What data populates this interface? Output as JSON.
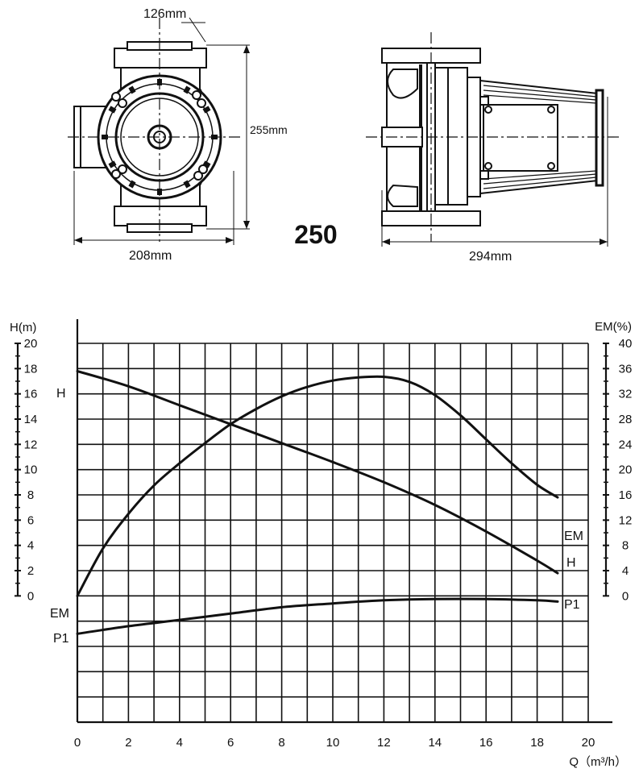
{
  "model_number": "250",
  "accent_color": "#e8672a",
  "dimensions": {
    "top_width": "126mm",
    "height": "255mm",
    "front_width": "208mm",
    "side_length": "294mm"
  },
  "chart_data": {
    "type": "line",
    "title": "",
    "xlabel": "Q（m³/h）",
    "ylabel_left": "H(m)",
    "ylabel_right": "EM(%)",
    "xlim": [
      0,
      20
    ],
    "ylim_left": [
      -10,
      20
    ],
    "ylim_right": [
      0,
      40
    ],
    "grid": true,
    "x_ticks": [
      "0",
      "2",
      "4",
      "6",
      "8",
      "10",
      "12",
      "14",
      "16",
      "18",
      "20"
    ],
    "y_ticks_left": [
      "20",
      "18",
      "16",
      "14",
      "12",
      "10",
      "8",
      "6",
      "4",
      "2",
      "0"
    ],
    "y_ticks_right": [
      "40",
      "36",
      "32",
      "28",
      "24",
      "20",
      "16",
      "12",
      "8",
      "4",
      "0"
    ],
    "series": [
      {
        "name": "H",
        "axis": "left",
        "x": [
          0,
          2,
          4,
          6,
          8,
          10,
          12,
          14,
          16,
          18,
          18.8
        ],
        "y": [
          17.8,
          16.6,
          15.1,
          13.6,
          12.1,
          10.6,
          9.0,
          7.2,
          5.1,
          2.8,
          1.8
        ]
      },
      {
        "name": "EM",
        "axis": "right",
        "x": [
          0,
          1,
          2,
          3,
          4,
          5,
          6,
          7,
          8,
          9,
          10,
          11,
          12,
          13,
          14,
          15,
          16,
          17,
          18,
          18.8
        ],
        "y": [
          0,
          7.5,
          13.0,
          17.5,
          21.0,
          24.2,
          27.2,
          29.6,
          31.6,
          33.1,
          34.1,
          34.6,
          34.7,
          33.9,
          31.8,
          28.6,
          24.8,
          21.0,
          17.6,
          15.6
        ]
      },
      {
        "name": "P1",
        "axis": "left",
        "x": [
          0,
          2,
          4,
          6,
          8,
          10,
          12,
          14,
          16,
          18,
          18.8
        ],
        "y": [
          -3.0,
          -2.4,
          -1.9,
          -1.4,
          -0.9,
          -0.6,
          -0.35,
          -0.25,
          -0.25,
          -0.35,
          -0.45
        ]
      }
    ],
    "annotations": {
      "H_left": "H",
      "H_right": "H",
      "EM_left": "EM",
      "EM_right": "EM",
      "P1_left": "P1",
      "P1_right": "P1"
    }
  }
}
